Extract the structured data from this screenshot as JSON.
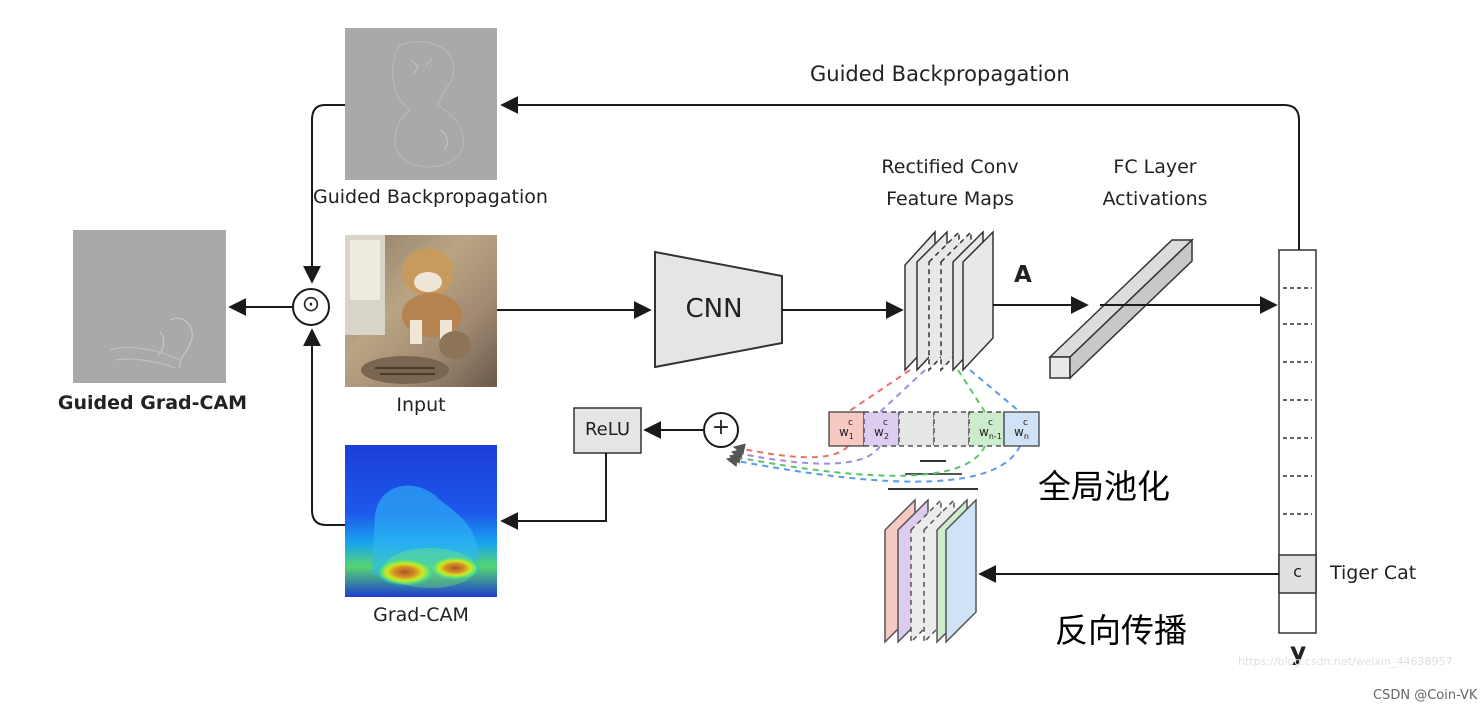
{
  "labels": {
    "guided_backprop_top": "Guided Backpropagation",
    "guided_backprop_img": "Guided Backpropagation",
    "guided_gradcam": "Guided Grad-CAM",
    "input": "Input",
    "gradcam": "Grad-CAM",
    "cnn": "CNN",
    "relu": "ReLU",
    "rectified_line1": "Rectified Conv",
    "rectified_line2": "Feature Maps",
    "fc_line1": "FC Layer",
    "fc_line2": "Activations",
    "a_label": "A",
    "y_label": "y",
    "c_label": "c",
    "tiger_cat": "Tiger Cat",
    "global_pool": "全局池化",
    "backprop_cn": "反向传播",
    "dot_op": "⊙",
    "plus_op": "+",
    "watermark_blog": "https://blog.csdn.net/weixin_44638957",
    "watermark_csdn": "CSDN @Coin-VK"
  },
  "weights": [
    {
      "base": "w",
      "sup": "c",
      "sub": "1",
      "color": "#f6c9c3"
    },
    {
      "base": "w",
      "sup": "c",
      "sub": "2",
      "color": "#dccdf0"
    },
    {
      "base": "",
      "sup": "",
      "sub": "",
      "color": "#e6e6e6"
    },
    {
      "base": "",
      "sup": "",
      "sub": "",
      "color": "#e6e6e6"
    },
    {
      "base": "w",
      "sup": "c",
      "sub": "n-1",
      "color": "#cdeccd"
    },
    {
      "base": "w",
      "sup": "c",
      "sub": "n",
      "color": "#cfe2f6"
    }
  ],
  "colors": {
    "arrow": "#1a1a1a",
    "box_fill": "#e5e5e5",
    "box_stroke": "#333333",
    "dash_red": "#e8736a",
    "dash_purple": "#a58be0",
    "dash_green": "#5cc46a",
    "dash_blue": "#5b9be8"
  }
}
